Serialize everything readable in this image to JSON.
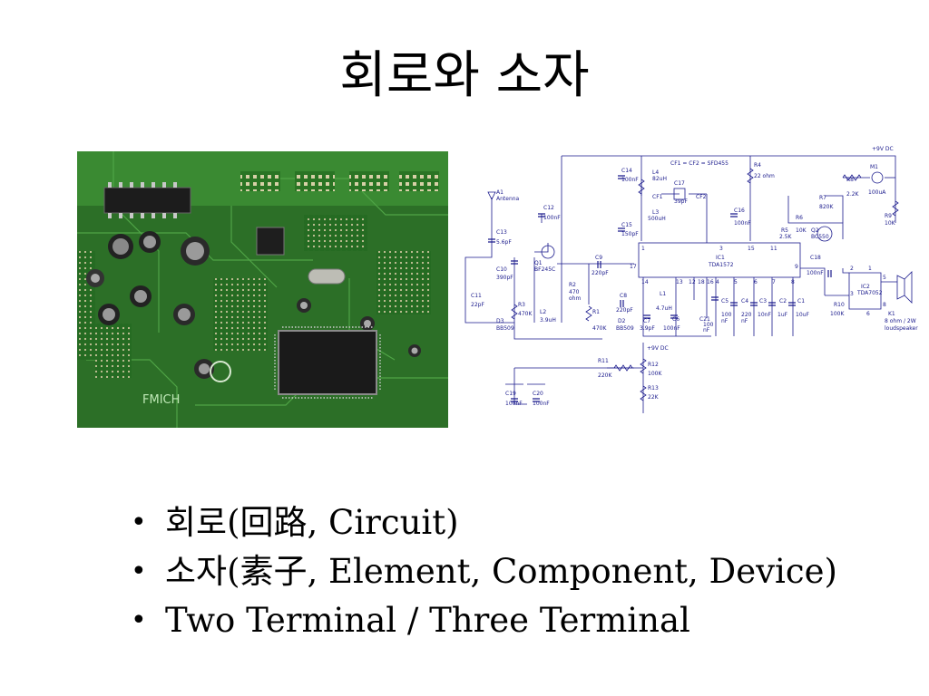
{
  "slide": {
    "title": "회로와 소자",
    "bullets": [
      "회로(回路, Circuit)",
      "소자(素子, Element, Component, Device)",
      "Two Terminal / Three Terminal"
    ]
  },
  "pcb_photo": {
    "marking": "FMICH"
  },
  "schematic": {
    "labels": {
      "supply": "+9V DC",
      "cf_note": "CF1 = CF2 = SFD455",
      "a1": "A1",
      "antenna": "Antenna",
      "c12": "C12",
      "c12v": "100nF",
      "c13": "C13",
      "c13v": "5.6pF",
      "c10": "C10",
      "c10v": "390pF",
      "c11": "C11",
      "c11v": "22pF",
      "d3": "D3",
      "d3v": "BB509",
      "r3": "R3",
      "r3v": "470K",
      "l2": "L2",
      "l2v": "3.9uH",
      "q1": "Q1",
      "q1v": "BF245C",
      "c14": "C14",
      "c14v": "100nF",
      "l4": "L4",
      "l4v": "82uH",
      "l3": "L3",
      "l3v": "500uH",
      "cf1": "CF1",
      "cf2": "CF2",
      "c17": "C17",
      "c17v": "39pF",
      "c15": "C15",
      "c15v": "150pF",
      "r4": "R4",
      "r4v": "22 ohm",
      "c16": "C16",
      "c16v": "100nF",
      "r7": "R7",
      "r7v": "820K",
      "r8": "R8",
      "r8v": "2.2K",
      "m1": "M1",
      "m1v": "100uA",
      "r9": "R9",
      "r9v": "10K",
      "r6": "R6",
      "r6v": "10K",
      "r5": "R5",
      "r5v": "2.5K",
      "q2": "Q2",
      "q2v": "BC550",
      "c9": "C9",
      "c9v": "220pF",
      "ic1": "IC1",
      "ic1v": "TDA1572",
      "c18": "C18",
      "c18v": "100nF",
      "r10": "R10",
      "r10v": "100K",
      "ic2": "IC2",
      "ic2v": "TDA7052",
      "k1": "K1",
      "k1v": "8 ohm / 2W",
      "k1v2": "loudspeaker",
      "r2": "R2",
      "r2v": "470",
      "r2v2": "ohm",
      "r1": "R1",
      "r1v": "470K",
      "c8": "C8",
      "c8v": "220pF",
      "d2": "D2",
      "d2v": "BB509",
      "l1": "L1",
      "l1v": "4.7uH",
      "c7": "C7",
      "c7v": "3.9pF",
      "c6": "C6",
      "c6v": "100nF",
      "c21": "C21",
      "c21v": "100",
      "c21v2": "nF",
      "c5": "C5",
      "c5v": "100",
      "c5v2": "nF",
      "c4": "C4",
      "c4v": "220",
      "c4v2": "nF",
      "c3": "C3",
      "c3v": "10nF",
      "c2": "C2",
      "c2v": "1uF",
      "c1": "C1",
      "c1v": "10uF",
      "r11": "R11",
      "r11v": "220K",
      "r12": "R12",
      "r12v": "100K",
      "r13": "R13",
      "r13v": "22K",
      "c19": "C19",
      "c19v": "100nF",
      "c20": "C20",
      "c20v": "100nF",
      "pin1": "1",
      "pin3": "3",
      "pin15": "15",
      "pin11": "11",
      "pin17": "17",
      "pin9": "9",
      "pin14": "14",
      "pin13": "13",
      "pin12": "12",
      "pin18": "18",
      "pin16": "16",
      "pin4": "4",
      "pin5": "5",
      "pin6": "6",
      "pin7": "7",
      "pin8": "8",
      "ic2p1": "1",
      "ic2p2": "2",
      "ic2p3": "3",
      "ic2p5": "5",
      "ic2p6": "6",
      "ic2p8": "8"
    }
  },
  "colors": {
    "pcb_green": "#1f5e1c",
    "schematic_ink": "#1a1a8c",
    "text": "#000000"
  }
}
